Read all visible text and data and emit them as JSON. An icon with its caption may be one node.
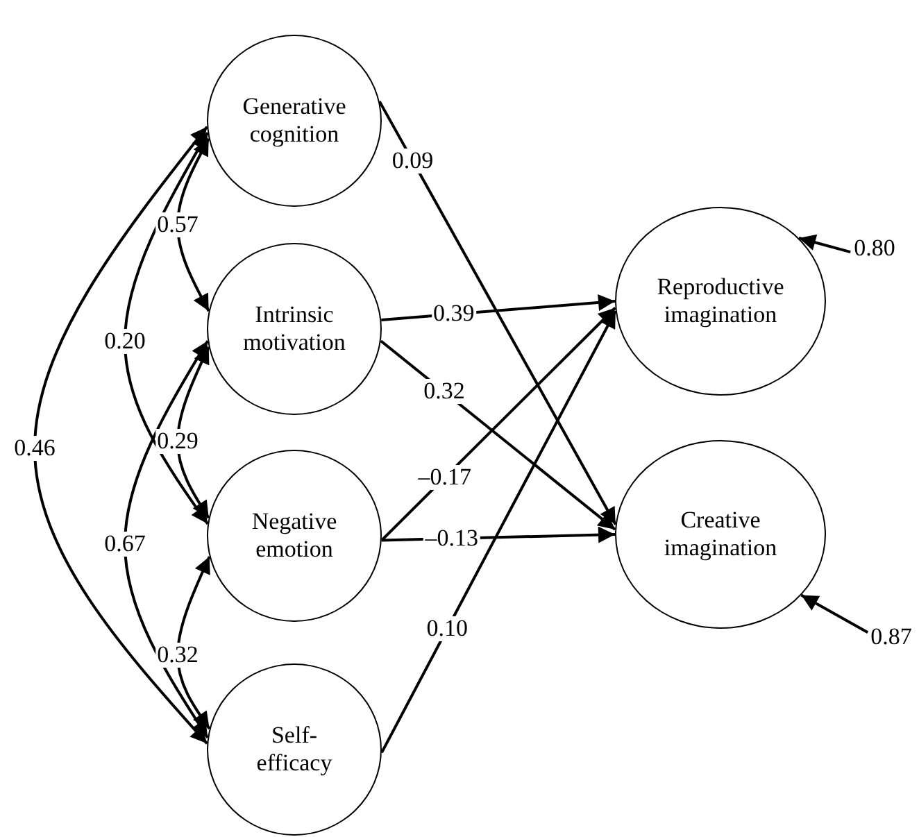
{
  "diagram": {
    "nodes": [
      {
        "text": [
          "Generative cognition"
        ]
      },
      {
        "text": [
          "Intrinsic motivation"
        ]
      },
      {
        "text": [
          "Negative emotion"
        ]
      },
      {
        "text": [
          "Self- efficacy"
        ]
      },
      {
        "text": [
          "Reproductive imagination"
        ]
      },
      {
        "text": [
          "Creative imagination"
        ]
      },
      {
        "text": [
          "0.80"
        ]
      },
      {
        "text": [
          "0.87"
        ]
      }
    ],
    "edges": [
      {
        "from": 0,
        "to": 5,
        "arrow": "to",
        "label": "0.09"
      },
      {
        "from": 1,
        "to": 4,
        "arrow": "to",
        "label": "0.39"
      },
      {
        "from": 1,
        "to": 5,
        "arrow": "to",
        "label": "0.32"
      },
      {
        "from": 2,
        "to": 4,
        "arrow": "to",
        "label": "–0.17"
      },
      {
        "from": 2,
        "to": 5,
        "arrow": "to",
        "label": "–0.13"
      },
      {
        "from": 3,
        "to": 4,
        "arrow": "to",
        "label": "0.10"
      },
      {
        "from": 0,
        "to": 1,
        "arrow": "both",
        "label": "0.57"
      },
      {
        "from": 0,
        "to": 2,
        "arrow": "both",
        "label": "0.20"
      },
      {
        "from": 0,
        "to": 3,
        "arrow": "both",
        "label": "0.46"
      },
      {
        "from": 1,
        "to": 2,
        "arrow": "both",
        "label": "0.29"
      },
      {
        "from": 1,
        "to": 3,
        "arrow": "both",
        "label": "0.67"
      },
      {
        "from": 2,
        "to": 3,
        "arrow": "both",
        "label": "0.32"
      },
      {
        "from": 6,
        "to": 4,
        "arrow": "to"
      },
      {
        "from": 7,
        "to": 5,
        "arrow": "to"
      }
    ]
  }
}
